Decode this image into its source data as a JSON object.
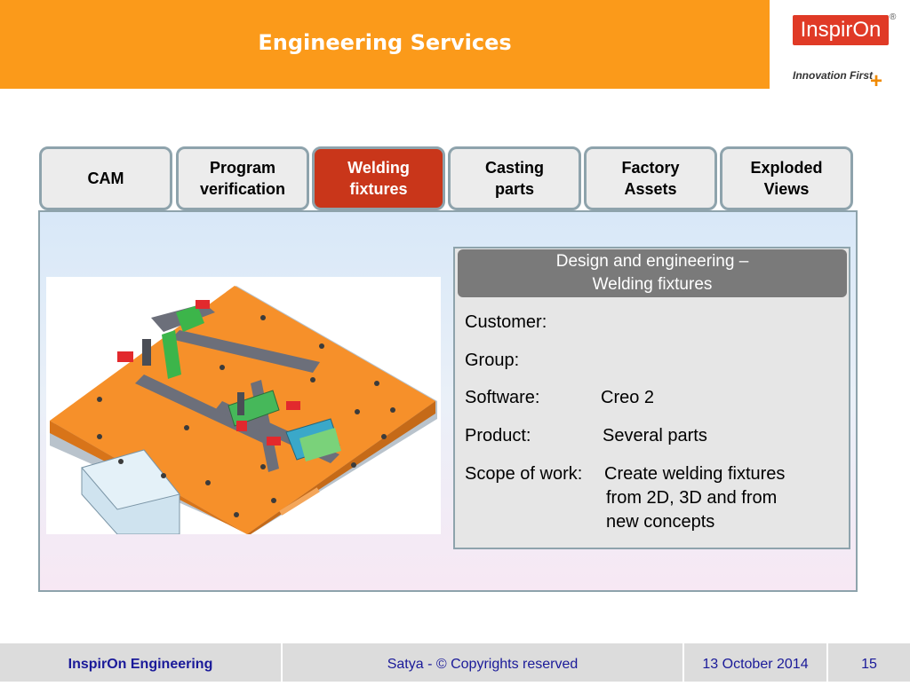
{
  "header": {
    "title": "Engineering Services"
  },
  "logo": {
    "brand": "InspirOn",
    "registered": "®",
    "tagline": "Innovation First",
    "plus": "+"
  },
  "tabs": [
    {
      "label": "CAM",
      "active": false
    },
    {
      "label": "Program\nverification",
      "active": false
    },
    {
      "label": "Welding\nfixtures",
      "active": true
    },
    {
      "label": "Casting\nparts",
      "active": false
    },
    {
      "label": "Factory\nAssets",
      "active": false
    },
    {
      "label": "Exploded\nViews",
      "active": false
    }
  ],
  "info": {
    "heading_line1": "Design and engineering –",
    "heading_line2": "Welding fixtures",
    "customer_label": "Customer:",
    "group_label": "Group:",
    "software_label": "Software:",
    "software_value": "Creo 2",
    "product_label": "Product:",
    "product_value": "Several parts",
    "scope_label": "Scope of work:",
    "scope_line1": "Create welding fixtures",
    "scope_line2": "from 2D, 3D and from",
    "scope_line3": "new concepts"
  },
  "footer": {
    "company": "InspirOn Engineering",
    "copyright": "Satya - © Copyrights reserved",
    "date": "13 October 2014",
    "page": "15"
  },
  "colors": {
    "accent": "#fb9a1a",
    "active_tab": "#c9361a",
    "tab_border": "#8ea3ac",
    "footer_text": "#1a1a99"
  }
}
